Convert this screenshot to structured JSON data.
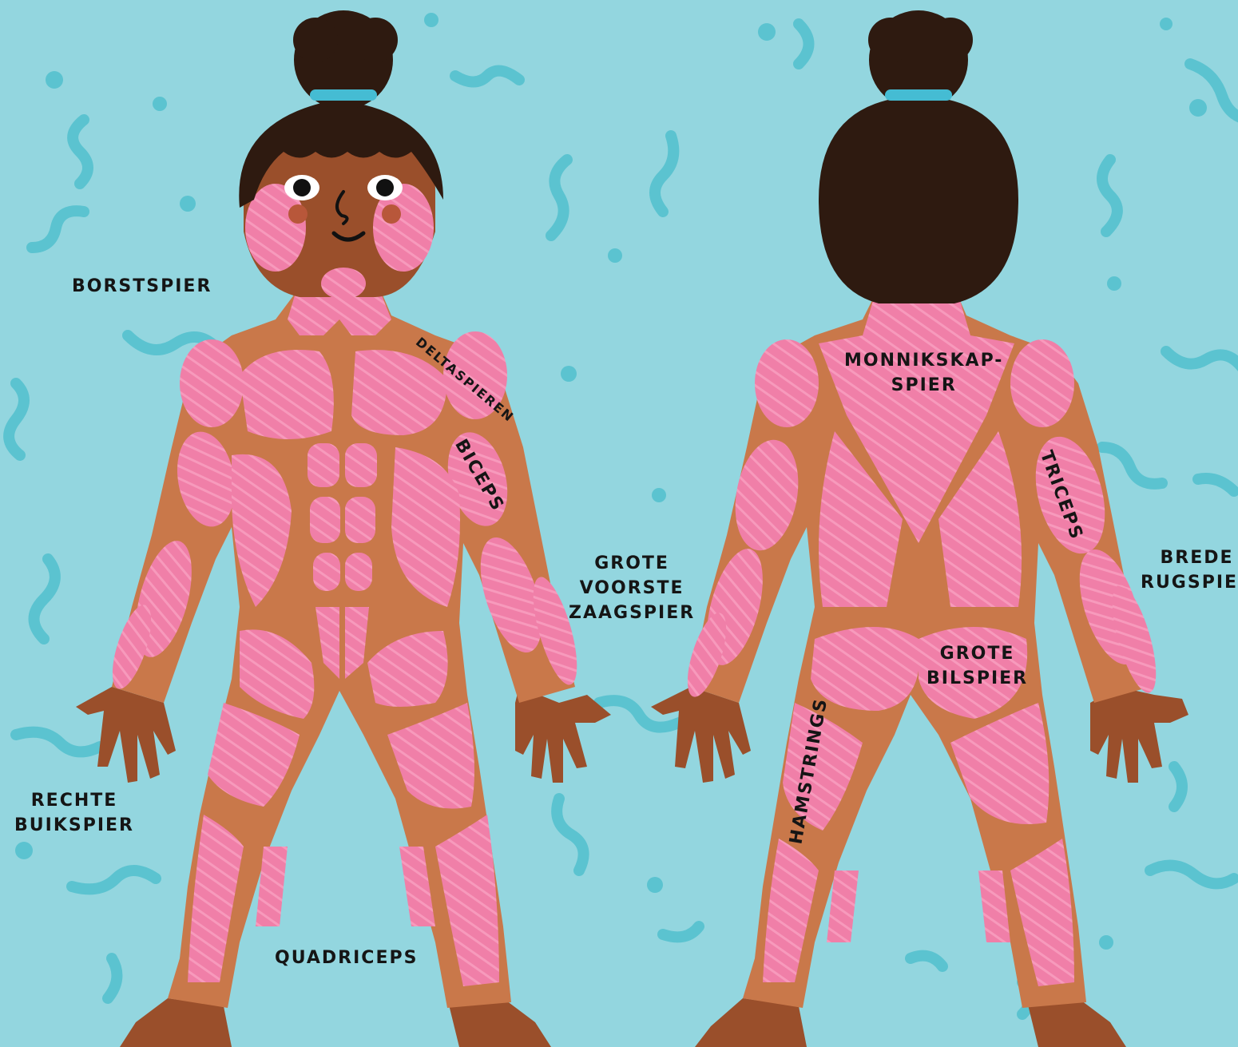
{
  "colors": {
    "background": "#93d6df",
    "squiggle": "#5bc3d0",
    "muscle": "#f07fa8",
    "muscle_fiber": "#f79abc",
    "tendon": "#c9784a",
    "skin": "#9a4f2b",
    "hair": "#2e1a10",
    "hair_band": "#45bcd3",
    "label_text": "#151515"
  },
  "front_view": {
    "labels": {
      "pectoral": "BORSTSPIER",
      "deltoid": "DELTASPIEREN",
      "biceps": "BICEPS",
      "serratus_1": "GROTE",
      "serratus_2": "VOORSTE",
      "serratus_3": "ZAAGSPIER",
      "rectus_1": "RECHTE",
      "rectus_2": "BUIKSPIER",
      "quadriceps": "QUADRICEPS"
    }
  },
  "back_view": {
    "labels": {
      "trapezius_1": "MONNIKSKAP-",
      "trapezius_2": "SPIER",
      "triceps": "TRICEPS",
      "latissimus_1": "BREDE",
      "latissimus_2": "RUGSPIER",
      "gluteus_1": "GROTE",
      "gluteus_2": "BILSPIER",
      "hamstrings": "HAMSTRINGS"
    }
  }
}
